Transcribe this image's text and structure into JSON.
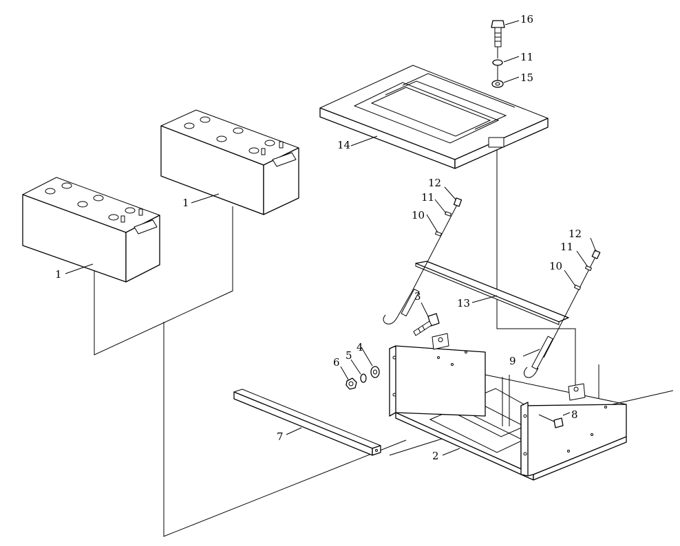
{
  "diagram": {
    "callouts": {
      "battery_left": "1",
      "battery_right": "1",
      "tray": "2",
      "bolt": "3",
      "washer_flat": "4",
      "washer_spring": "5",
      "nut": "6",
      "cross_bar": "7",
      "screw": "8",
      "j_bolt_right": "9",
      "spring_left": "10",
      "spring_right": "10",
      "washer_left": "11",
      "washer_right": "11",
      "washer_top": "11",
      "nut_left": "12",
      "nut_right": "12",
      "clamp_bar": "13",
      "cover": "14",
      "washer_15": "15",
      "bolt_16": "16"
    }
  }
}
